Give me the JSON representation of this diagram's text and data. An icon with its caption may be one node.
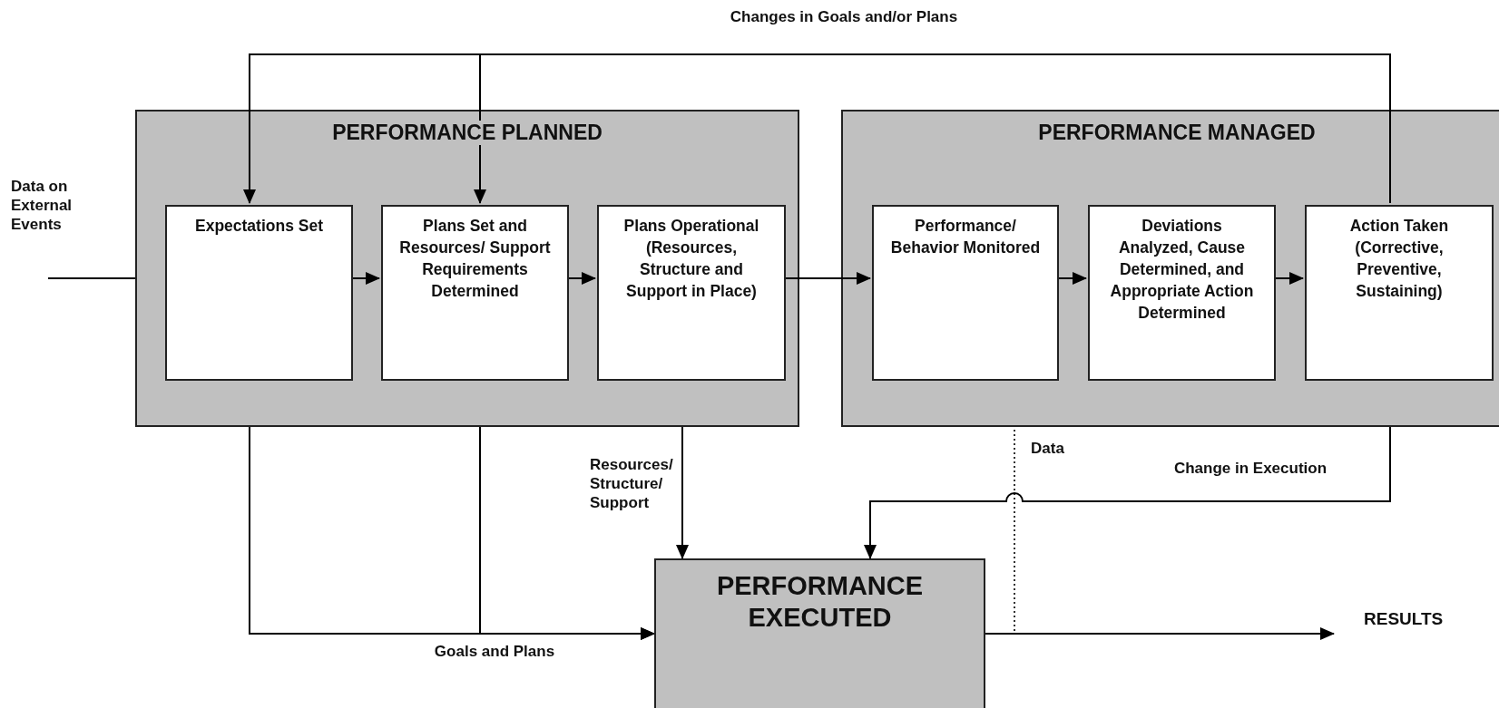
{
  "diagram": {
    "nodes": [
      {
        "text": [
          "PERFORMANCE PLANNED"
        ]
      },
      {
        "text": [
          "Expectations Set"
        ],
        "in": 0
      },
      {
        "text": [
          "Plans Set and Resources/ Support Requirements Determined"
        ],
        "in": 0
      },
      {
        "text": [
          "Plans Operational (Resources, Structure and Support in Place)"
        ],
        "in": 0
      },
      {
        "text": [
          "PERFORMANCE MANAGED"
        ]
      },
      {
        "text": [
          "Performance/ Behavior Monitored"
        ],
        "in": 4
      },
      {
        "text": [
          "Deviations Analyzed, Cause Determined, and Appropriate Action Determined"
        ],
        "in": 4
      },
      {
        "text": [
          "Action Taken (Corrective, Preventive, Sustaining)"
        ],
        "in": 4
      },
      {
        "text": [
          "PERFORMANCE EXECUTED"
        ]
      },
      {
        "text": [
          "RESULTS"
        ]
      }
    ],
    "edges": [
      {
        "from": null,
        "to": 0,
        "arrow": "none",
        "label": "Data on External Events"
      },
      {
        "from": 7,
        "to": 1,
        "arrow": "to",
        "label": "Changes in Goals and/or Plans"
      },
      {
        "from": 7,
        "to": 2,
        "arrow": "to"
      },
      {
        "from": 1,
        "to": 2,
        "arrow": "to"
      },
      {
        "from": 2,
        "to": 3,
        "arrow": "to"
      },
      {
        "from": 3,
        "to": 5,
        "arrow": "to"
      },
      {
        "from": 5,
        "to": 6,
        "arrow": "to"
      },
      {
        "from": 6,
        "to": 7,
        "arrow": "to"
      },
      {
        "from": 0,
        "to": 8,
        "arrow": "to",
        "label": "Resources/ Structure/ Support"
      },
      {
        "from": 0,
        "to": 8,
        "arrow": "to",
        "label": "Goals and Plans"
      },
      {
        "from": 0,
        "to": 8,
        "arrow": "to"
      },
      {
        "from": 4,
        "to": 8,
        "arrow": "to",
        "label": "Change in Execution"
      },
      {
        "from": 8,
        "to": 4,
        "arrow": "none",
        "style": "dashed",
        "label": "Data"
      },
      {
        "from": 8,
        "to": 9,
        "arrow": "to"
      }
    ]
  }
}
